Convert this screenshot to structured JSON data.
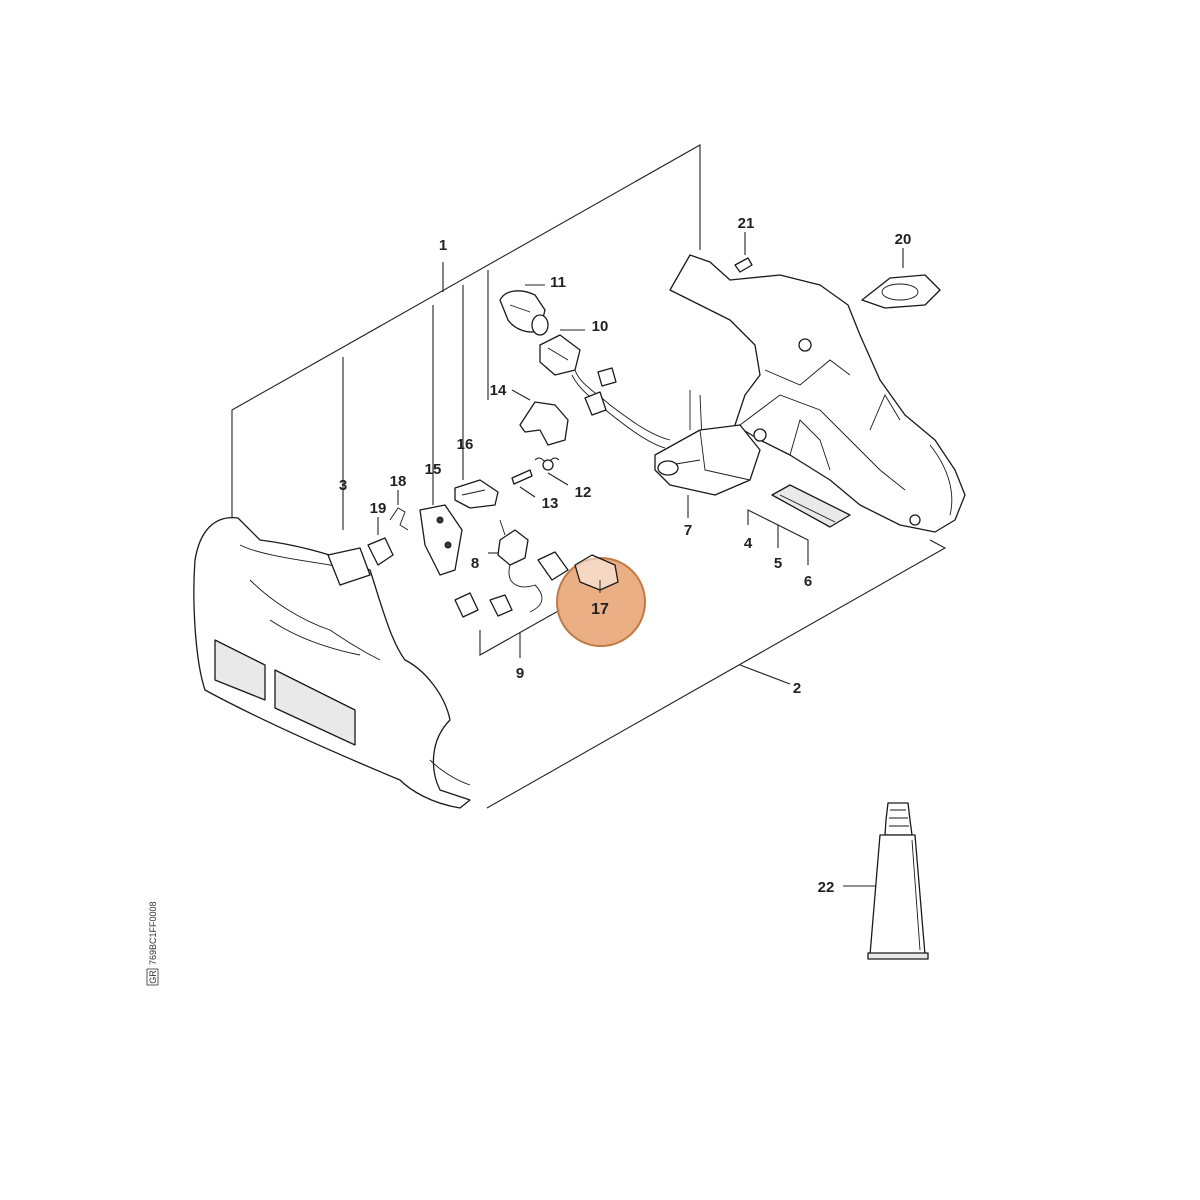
{
  "diagram": {
    "highlight_color": "#e8a474",
    "highlight_stroke": "#c07a45",
    "highlighted_callout": "17",
    "reference_code": "769BC1FF0008",
    "reference_box": "GR",
    "callouts": {
      "c1": "1",
      "c2": "2",
      "c3": "3",
      "c4": "4",
      "c5": "5",
      "c6": "6",
      "c7": "7",
      "c8": "8",
      "c9": "9",
      "c10": "10",
      "c11": "11",
      "c12": "12",
      "c13": "13",
      "c14": "14",
      "c15": "15",
      "c16": "16",
      "c17": "17",
      "c18": "18",
      "c19": "19",
      "c20": "20",
      "c21": "21",
      "c22": "22"
    }
  }
}
